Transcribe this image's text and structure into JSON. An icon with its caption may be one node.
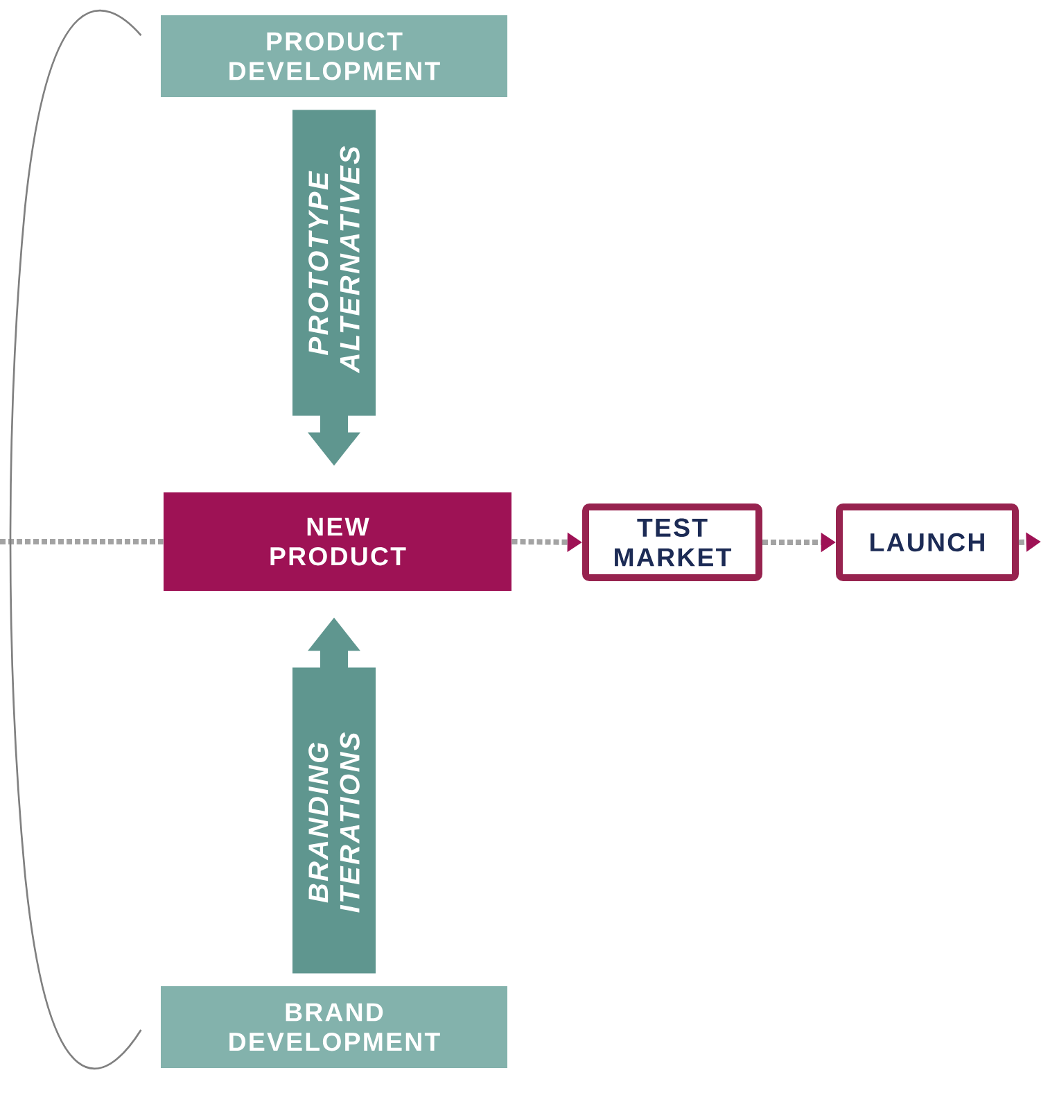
{
  "diagram": {
    "nodes": [
      {
        "text": [
          "PRODUCT DEVELOPMENT"
        ]
      },
      {
        "text": [
          "NEW PRODUCT"
        ]
      },
      {
        "text": [
          "TEST MARKET"
        ]
      },
      {
        "text": [
          "LAUNCH"
        ]
      },
      {
        "text": [
          "BRAND DEVELOPMENT"
        ]
      }
    ],
    "edges": [
      {
        "from": null,
        "to": 1,
        "arrow": "none",
        "style": "dashed"
      },
      {
        "from": 1,
        "to": 2,
        "arrow": "to",
        "style": "dashed"
      },
      {
        "from": 2,
        "to": 3,
        "arrow": "to",
        "style": "dashed"
      },
      {
        "from": 3,
        "to": null,
        "arrow": "to",
        "style": "dashed"
      },
      {
        "from": 0,
        "to": 1,
        "arrow": "to",
        "style": "thick",
        "color": "#5f968f",
        "label": "PROTOTYPE ALTERNATIVES"
      },
      {
        "from": 4,
        "to": 1,
        "arrow": "to",
        "style": "thick",
        "color": "#5f968f",
        "label": "BRANDING ITERATIONS"
      },
      {
        "from": 0,
        "to": 4,
        "arrow": "none",
        "color": "#808080"
      }
    ]
  }
}
